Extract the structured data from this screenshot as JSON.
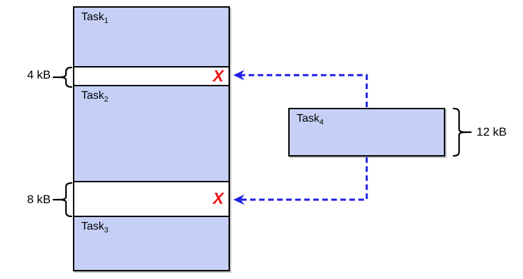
{
  "memory": {
    "blocks": [
      {
        "name": "Task",
        "sub": "1"
      },
      {
        "name": "Task",
        "sub": "2"
      },
      {
        "name": "Task",
        "sub": "3"
      }
    ],
    "gaps": [
      {
        "size": "4 kB"
      },
      {
        "size": "8 kB"
      }
    ]
  },
  "incoming_task": {
    "name": "Task",
    "sub": "4",
    "size": "12 kB"
  },
  "marks": {
    "reject": "X"
  },
  "colors": {
    "block_fill": "#c6d0f7",
    "block_border": "#000000",
    "dashed_arrow_blue": "#1e1ee3",
    "reject_x_red": "#ee1111",
    "background": "#ffffff"
  }
}
